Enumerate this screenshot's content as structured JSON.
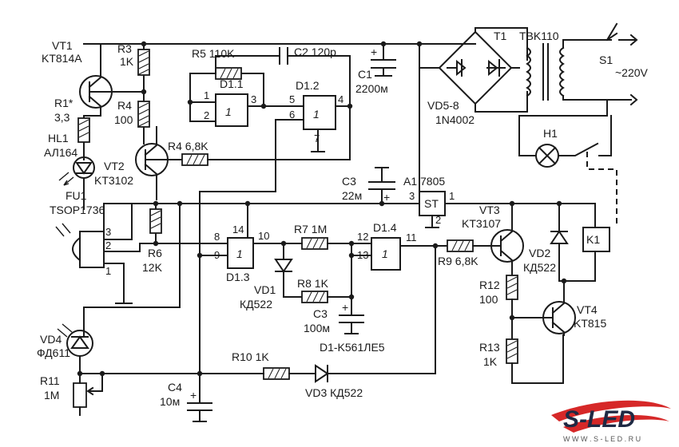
{
  "labels": {
    "vt1": "VT1",
    "vt1_model": "KT814A",
    "r3": "R3",
    "r3_val": "1K",
    "r5": "R5 110K",
    "c2": "C2 120p",
    "c1": "C1",
    "c1_val": "2200м",
    "t1": "T1",
    "tbk": "TBK110",
    "s1": "S1",
    "mains": "~220V",
    "r1": "R1*",
    "r1_val": "3,3",
    "r4a": "R4",
    "r4a_val": "100",
    "d11": "D1.1",
    "d12": "D1.2",
    "vd58": "VD5-8",
    "vd58_model": "1N4002",
    "hl1": "HL1",
    "hl1_model": "АЛ164",
    "vt2": "VT2",
    "vt2_model": "KT3102",
    "r4b": "R4 6,8K",
    "h1": "H1",
    "c3top": "C3",
    "c3top_val": "22м",
    "a1": "A1 7805",
    "st": "ST",
    "fu1": "FU1",
    "fu1_model": "TSOP1736",
    "vt3": "VT3",
    "vt3_model": "KT3107",
    "r7": "R7 1M",
    "d14": "D1.4",
    "k1": "K1",
    "r6": "R6",
    "r6_val": "12K",
    "d13": "D1.3",
    "r9": "R9 6,8K",
    "vd2": "VD2",
    "vd2_model": "КД522",
    "vd1": "VD1",
    "vd1_model": "КД522",
    "r8": "R8 1K",
    "r12": "R12",
    "r12_val": "100",
    "c3mid": "C3",
    "c3mid_val": "100м",
    "vt4": "VT4",
    "vt4_model": "KT815",
    "vd4": "VD4",
    "vd4_model": "ФД611",
    "d1note": "D1-K561ЛЕ5",
    "r13": "R13",
    "r13_val": "1K",
    "r11": "R11",
    "r11_val": "1M",
    "r10": "R10 1K",
    "c4": "C4",
    "c4_val": "10м",
    "vd3": "VD3 КД522",
    "logo": "S-LED",
    "website": "W W W . S - L E D . R U"
  },
  "pins": {
    "p1a": "1",
    "p2a": "2",
    "p3a": "3",
    "p5": "5",
    "p6": "6",
    "p4": "4",
    "p7": "7",
    "p14": "14",
    "p8": "8",
    "p9": "9",
    "p10": "10",
    "p12": "12",
    "p13": "13",
    "p11": "11",
    "fu3": "3",
    "fu2": "2",
    "fu1": "1",
    "st3": "3",
    "st1": "1",
    "st2": "2",
    "gate1": "1",
    "gate2": "1",
    "gate3": "1",
    "gate4": "1",
    "plus1": "+",
    "plus2": "+",
    "plus3": "+",
    "plus4": "+"
  }
}
